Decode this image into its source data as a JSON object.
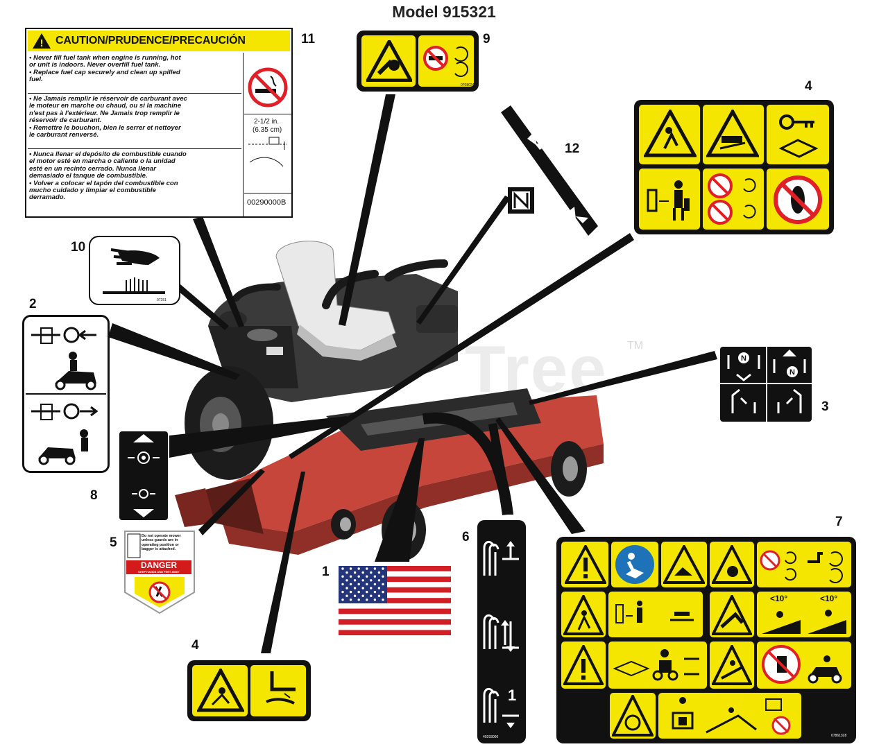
{
  "title": "Model 915321",
  "callouts": [
    "11",
    "9",
    "4",
    "12",
    "10",
    "2",
    "3",
    "8",
    "5",
    "6",
    "7",
    "1",
    "4"
  ],
  "caution": {
    "header": "CAUTION/PRUDENCE/PRECAUCIÓN",
    "en_lines": [
      "• Never fill fuel tank when engine is running, hot",
      "  or unit is indoors. Never overfill fuel tank.",
      "• Replace fuel cap securely and clean up spilled",
      "  fuel."
    ],
    "fr_lines": [
      "• Ne Jamais remplir le réservoir de carburant avec",
      "  le moteur en marche ou chaud, ou si la machine",
      "  n'est pas à l'extérieur. Ne Jamais trop remplir le",
      "  réservoir de carburant.",
      "• Remettre le bouchon, bien le serrer et nettoyer",
      "  le carburant renversé."
    ],
    "es_lines": [
      "• Nunca llenar el depósito de combustible cuando",
      "  el motor esté en marcha o caliente o la unidad",
      "  esté en un recinto cerrado. Nunca llenar",
      "  demasiado el tanque de combustible.",
      "• Volver a colocar el tapón del combustible con",
      "  mucho cuidado y limpiar el combustible",
      "  derramado."
    ],
    "measure_in": "2-1/2 in.",
    "measure_cm": "(6.35 cm)",
    "part_number": "00290000B"
  },
  "decal5": {
    "warning_text": [
      "Do not operate mower",
      "unless guards are in",
      "operating position or",
      "bagger is attached."
    ],
    "danger": "DANGER",
    "sub": "KEEP HANDS AND FEET AWAY"
  },
  "decal9_code": "07080240",
  "decal10_code": "07251",
  "decal6_code": "40293000",
  "decal6_number": "1",
  "decal7_code": "07861328",
  "decal7_angle": "<10°",
  "decal3_letters": [
    "N",
    "N"
  ],
  "watermark": "Tree",
  "watermark_tm": "TM",
  "colors": {
    "decal_yellow": "#f4e600",
    "decal_black": "#111111",
    "danger_red": "#d31b1b",
    "prohibit_red": "#e01f26",
    "mower_red": "#c7463b"
  }
}
